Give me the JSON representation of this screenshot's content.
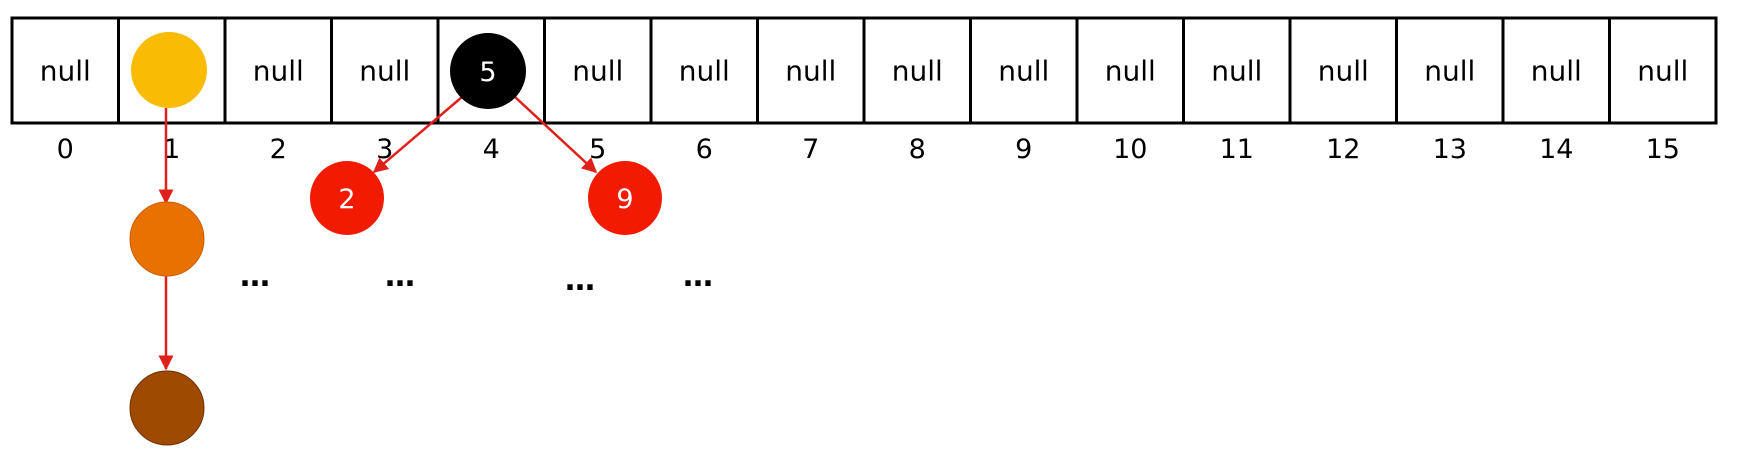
{
  "array": {
    "cells": [
      "null",
      "",
      "null",
      "null",
      "5",
      "null",
      "null",
      "null",
      "null",
      "null",
      "null",
      "null",
      "null",
      "null",
      "null",
      "null"
    ],
    "indices": [
      "0",
      "1",
      "2",
      "3",
      "4",
      "5",
      "6",
      "7",
      "8",
      "9",
      "10",
      "11",
      "12",
      "13",
      "14",
      "15"
    ]
  },
  "nodes": {
    "bucket1_head": {
      "label": "",
      "color": "#FABB05"
    },
    "bucket1_second": {
      "label": "",
      "color": "#E87102"
    },
    "bucket1_third": {
      "label": "",
      "color": "#9E4A00"
    },
    "tree_root": {
      "label": "5",
      "color": "#000000"
    },
    "tree_left": {
      "label": "2",
      "color": "#F21A00"
    },
    "tree_right": {
      "label": "9",
      "color": "#F21A00"
    }
  },
  "ellipses": [
    "…",
    "…",
    "…",
    "…"
  ],
  "colors": {
    "edge": "#E0201B",
    "border": "#000000"
  }
}
